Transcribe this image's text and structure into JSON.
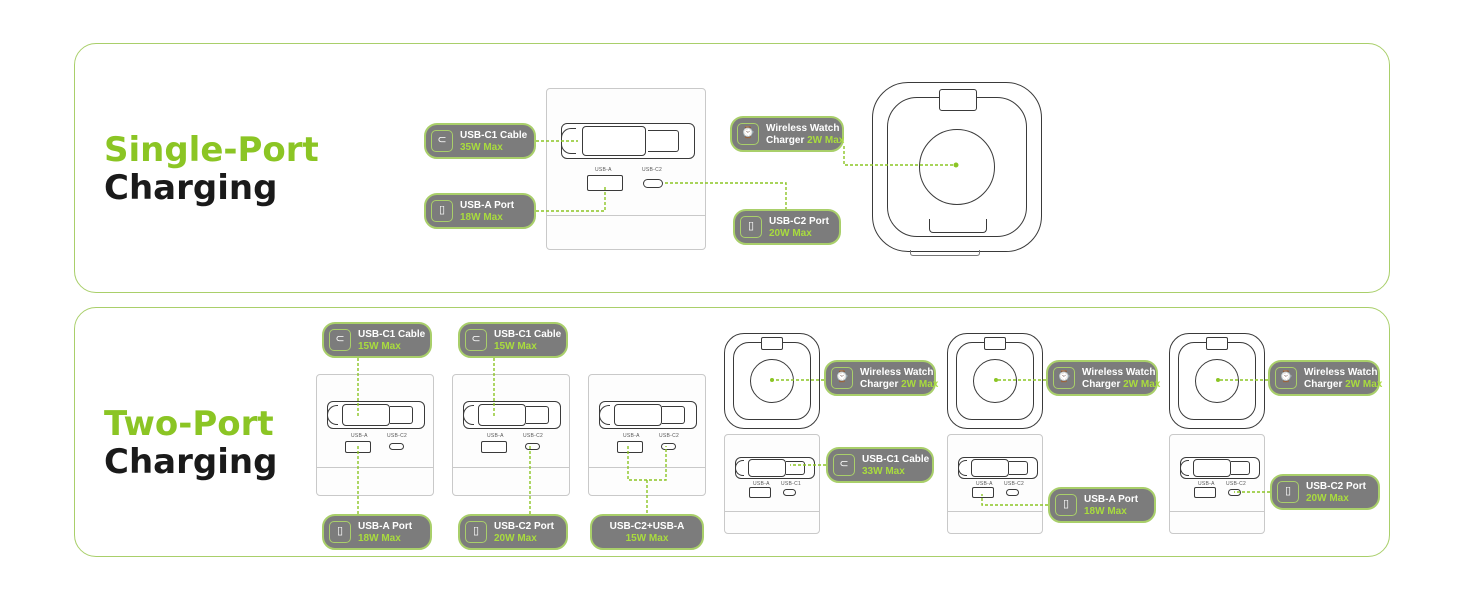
{
  "top": {
    "title_green": "Single-Port",
    "title_black": "Charging",
    "port_labels": {
      "a": "USB-A",
      "c2": "USB-C2"
    },
    "callouts": {
      "c1": {
        "line1": "USB-C1 Cable",
        "line2": "35W Max",
        "icon": "cable-icon"
      },
      "a": {
        "line1": "USB-A Port",
        "line2": "18W Max",
        "icon": "usb-a-icon"
      },
      "watch": {
        "line1": "Wireless Watch",
        "line2_white": "Charger ",
        "line2": "2W Max",
        "icon": "watch-icon"
      },
      "c2": {
        "line1": "USB-C2 Port",
        "line2": "20W Max",
        "icon": "usb-c-icon"
      }
    }
  },
  "bottom": {
    "title_green": "Two-Port",
    "title_black": "Charging",
    "port_labels": {
      "a": "USB-A",
      "c2": "USB-C2",
      "c1": "USB-C1"
    },
    "callouts": {
      "d1_top": {
        "line1": "USB-C1 Cable",
        "line2": "15W Max",
        "icon": "cable-icon"
      },
      "d1_bottom": {
        "line1": "USB-A Port",
        "line2": "18W Max",
        "icon": "usb-a-icon"
      },
      "d2_top": {
        "line1": "USB-C1 Cable",
        "line2": "15W Max",
        "icon": "cable-icon"
      },
      "d2_bottom": {
        "line1": "USB-C2 Port",
        "line2": "20W Max",
        "icon": "usb-c-icon"
      },
      "d3_bottom": {
        "line1": "USB-C2+USB-A",
        "line2": "15W Max"
      },
      "w1": {
        "line1": "Wireless Watch",
        "line2_white": "Charger ",
        "line2": "2W Max",
        "icon": "watch-icon"
      },
      "w1_port": {
        "line1": "USB-C1 Cable",
        "line2": "33W Max",
        "icon": "cable-icon"
      },
      "w2": {
        "line1": "Wireless Watch",
        "line2_white": "Charger ",
        "line2": "2W Max",
        "icon": "watch-icon"
      },
      "w2_port": {
        "line1": "USB-A Port",
        "line2": "18W Max",
        "icon": "usb-a-icon"
      },
      "w3": {
        "line1": "Wireless Watch",
        "line2_white": "Charger ",
        "line2": "2W Max",
        "icon": "watch-icon"
      },
      "w3_port": {
        "line1": "USB-C2 Port",
        "line2": "20W Max",
        "icon": "usb-c-icon"
      }
    }
  },
  "colors": {
    "accent": "#8bc524",
    "callout_bg": "#7c7c7c",
    "border": "#a9cf6a",
    "text_dark": "#1a1a1a"
  }
}
